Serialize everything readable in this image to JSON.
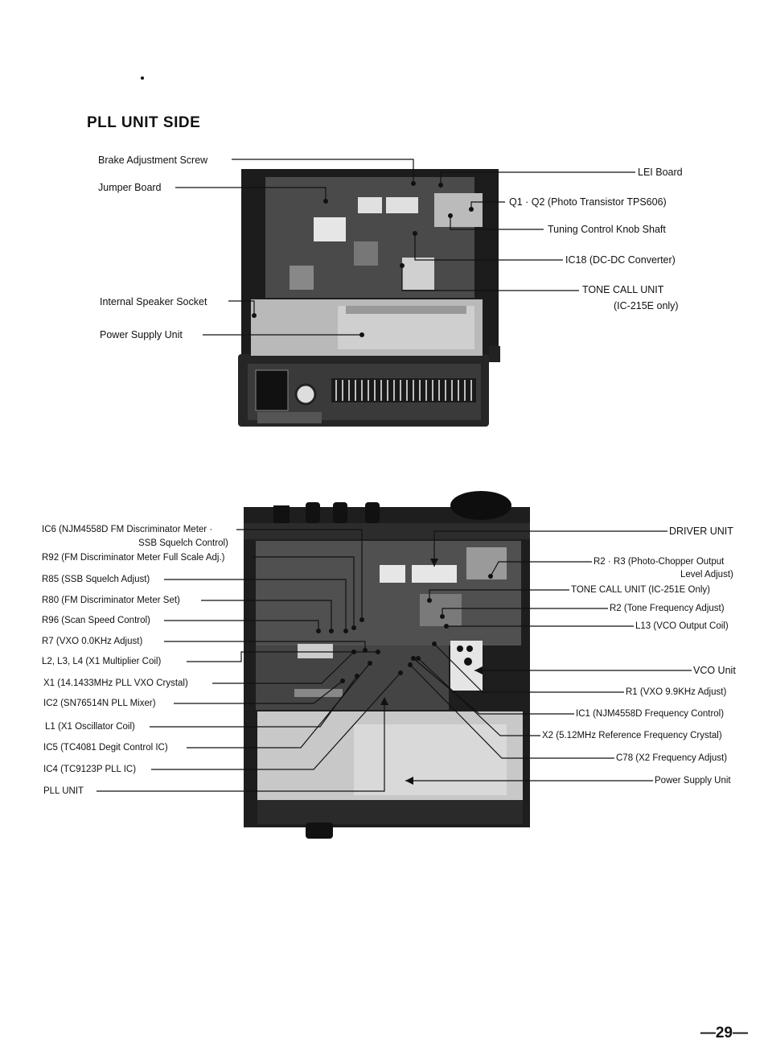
{
  "page": {
    "title": "PLL UNIT SIDE",
    "page_number": "—29—"
  },
  "photo1": {
    "left_labels": [
      "Brake Adjustment Screw",
      "Jumper Board",
      "Internal Speaker Socket",
      "Power Supply Unit"
    ],
    "right_labels": [
      "LEI Board",
      "Q1 · Q2 (Photo Transistor TPS606)",
      "Tuning Control Knob Shaft",
      "IC18 (DC-DC Converter)",
      "TONE  CALL  UNIT",
      "(IC-215E only)"
    ]
  },
  "photo2": {
    "left_labels": [
      "IC6 (NJM4558D FM Discriminator Meter ·",
      "SSB Squelch Control)",
      "R92 (FM Discriminator Meter Full Scale Adj.)",
      "R85 (SSB Squelch Adjust)",
      "R80 (FM Discriminator Meter Set)",
      "R96 (Scan Speed Control)",
      "R7 (VXO 0.0KHz Adjust)",
      "L2, L3, L4 (X1 Multiplier Coil)",
      "X1 (14.1433MHz PLL VXO Crystal)",
      "IC2 (SN76514N PLL Mixer)",
      "L1 (X1 Oscillator Coil)",
      "IC5 (TC4081 Degit Control IC)",
      "IC4 (TC9123P PLL IC)",
      "PLL  UNIT"
    ],
    "right_labels": [
      "DRIVER  UNIT",
      "R2 · R3 (Photo-Chopper Output",
      "Level Adjust)",
      "TONE  CALL  UNIT  (IC-251E Only)",
      "R2 (Tone Frequency Adjust)",
      "L13 (VCO Output Coil)",
      "VCO  Unit",
      "R1 (VXO 9.9KHz Adjust)",
      "IC1 (NJM4558D Frequency Control)",
      "X2 (5.12MHz Reference Frequency Crystal)",
      "C78 (X2 Frequency Adjust)",
      "Power Supply Unit"
    ]
  }
}
